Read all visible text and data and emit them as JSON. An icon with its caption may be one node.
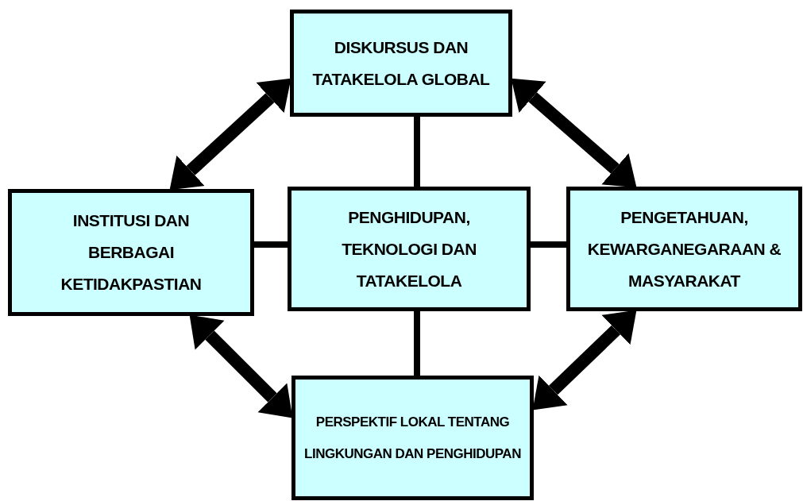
{
  "diagram": {
    "nodes": [
      {
        "text": [
          "DISKURSUS DAN TATAKELOLA GLOBAL"
        ]
      },
      {
        "text": [
          "INSTITUSI DAN BERBAGAI KETIDAKPASTIAN"
        ]
      },
      {
        "text": [
          "PENGHIDUPAN, TEKNOLOGI DAN TATAKELOLA"
        ]
      },
      {
        "text": [
          "PENGETAHUAN, KEWARGANEGARAAN & MASYARAKAT"
        ]
      },
      {
        "text": [
          "PERSPEKTIF LOKAL TENTANG LINGKUNGAN DAN PENGHIDUPAN"
        ]
      }
    ],
    "edges": [
      {
        "from": 2,
        "to": 0,
        "arrow": "none"
      },
      {
        "from": 2,
        "to": 1,
        "arrow": "none"
      },
      {
        "from": 2,
        "to": 3,
        "arrow": "none"
      },
      {
        "from": 2,
        "to": 4,
        "arrow": "none"
      },
      {
        "from": 0,
        "to": 1,
        "arrow": "both",
        "style": "thick"
      },
      {
        "from": 0,
        "to": 3,
        "arrow": "both",
        "style": "thick"
      },
      {
        "from": 1,
        "to": 4,
        "arrow": "both",
        "style": "thick"
      },
      {
        "from": 3,
        "to": 4,
        "arrow": "both",
        "style": "thick"
      }
    ]
  }
}
